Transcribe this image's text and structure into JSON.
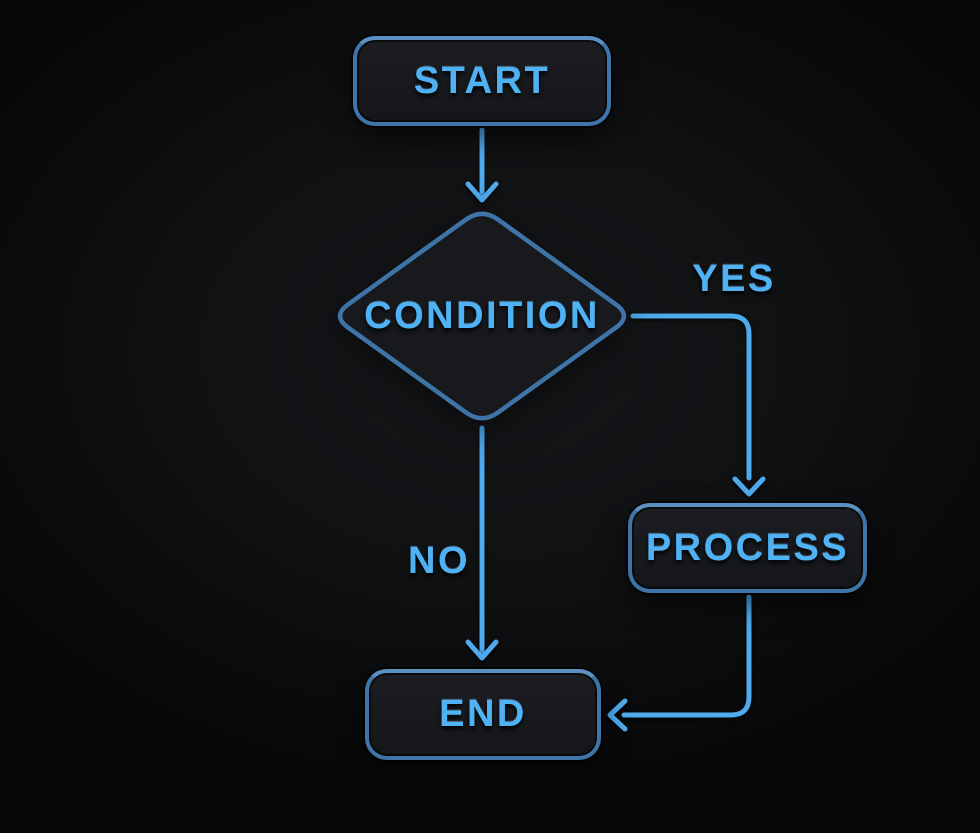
{
  "diagram": {
    "type": "flowchart",
    "nodes": [
      {
        "id": "start",
        "type": "terminator",
        "label": "START"
      },
      {
        "id": "condition",
        "type": "decision",
        "label": "CONDITION"
      },
      {
        "id": "process",
        "type": "process",
        "label": "PROCESS"
      },
      {
        "id": "end",
        "type": "terminator",
        "label": "END"
      }
    ],
    "edges": [
      {
        "from": "start",
        "to": "condition",
        "label": ""
      },
      {
        "from": "condition",
        "to": "process",
        "label": "YES"
      },
      {
        "from": "condition",
        "to": "end",
        "label": "NO"
      },
      {
        "from": "process",
        "to": "end",
        "label": ""
      }
    ]
  },
  "colors": {
    "accent_line": "#4FAAEE",
    "accent_text": "#4FB2F4",
    "node_border": "#3E74A8",
    "node_border_light": "#5B90C2",
    "node_fill_top": "#1B1D22",
    "node_fill_bottom": "#141619",
    "bg_center": "#17181B",
    "bg_edge": "#060607"
  }
}
